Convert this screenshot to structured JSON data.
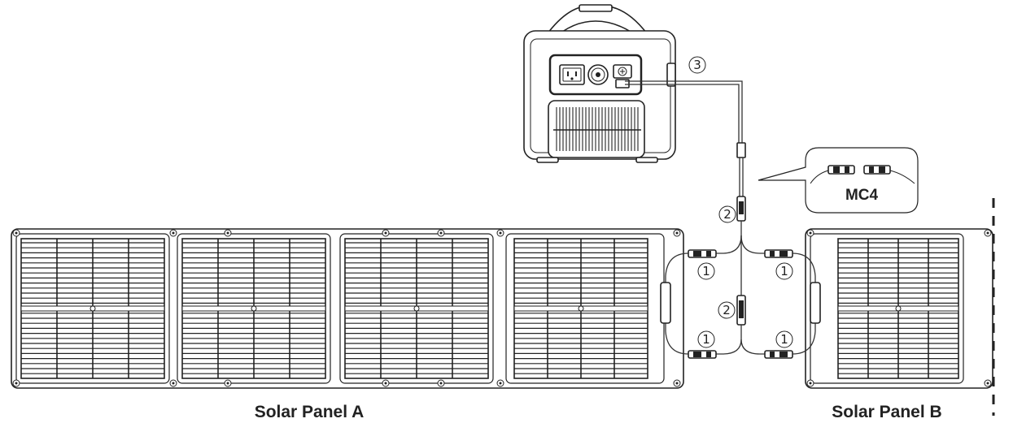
{
  "diagram": {
    "labels": {
      "panel_a": "Solar Panel A",
      "panel_b": "Solar Panel B",
      "callout": "MC4"
    },
    "markers": {
      "one": "1",
      "two": "2",
      "three": "3"
    }
  },
  "colors": {
    "line": "#222222",
    "background": "#ffffff"
  }
}
